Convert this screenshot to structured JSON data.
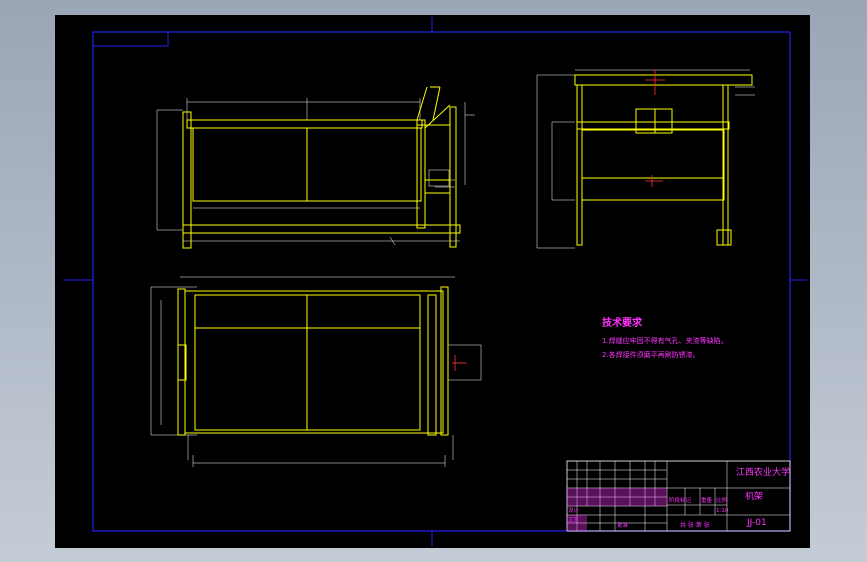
{
  "notes": {
    "heading": "技术要求",
    "line1": "1.焊缝应牢固不得有气孔、夹渣等缺陷。",
    "line2": "2.各焊接件须磨平再刷防锈漆。"
  },
  "title_block": {
    "school": "江西农业大学",
    "part_name": "机架",
    "drawing_no": "JJ-01",
    "scale": "1:10",
    "stage_label": "阶段标记",
    "weight_label": "重量",
    "scale_label": "比例",
    "sheet_label": "共 张 第 张",
    "designer_label": "设计",
    "process_label": "工艺",
    "approve_label": "批准"
  },
  "colors": {
    "border": "#2222ee",
    "part": "#ffff00",
    "dimension": "#ffffff",
    "annotation": "#ff33ff",
    "center": "#ff3333",
    "sheet": "#000000"
  }
}
